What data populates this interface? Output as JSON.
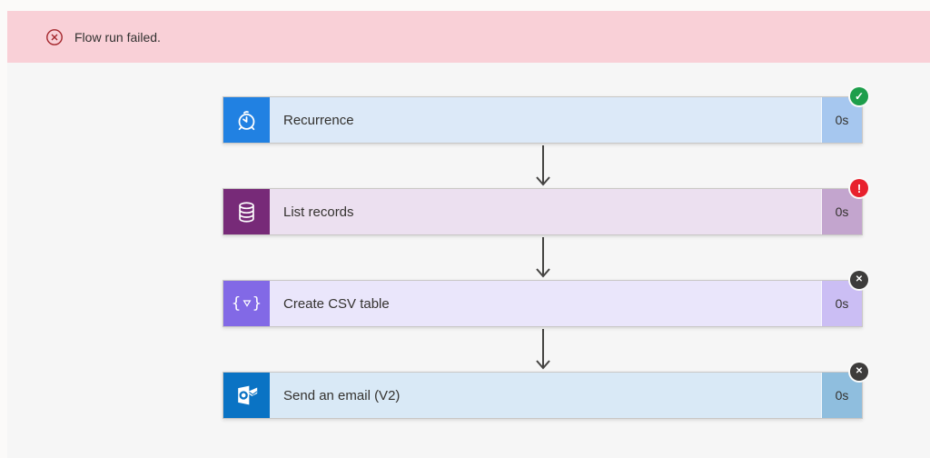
{
  "banner": {
    "message": "Flow run failed.",
    "background": "#f9d0d7",
    "icon": "error-circle-icon",
    "icon_color": "#a4262c"
  },
  "flow": {
    "arrow_color": "#454442",
    "cards": [
      {
        "label": "Recurrence",
        "duration": "0s",
        "status": "succeeded",
        "icon": "alarm-clock-icon",
        "colors": {
          "icon_bg": "#2181e2",
          "body_bg": "#dce9f8",
          "duration_bg": "#a6c7ef",
          "badge": "#1d9e4b"
        },
        "badge": {
          "type": "check",
          "glyph": "✓"
        }
      },
      {
        "label": "List records",
        "duration": "0s",
        "status": "failed",
        "icon": "database-icon",
        "colors": {
          "icon_bg": "#772a78",
          "body_bg": "#ece0f0",
          "duration_bg": "#c3a5ce",
          "badge": "#e8212d"
        },
        "badge": {
          "type": "error",
          "glyph": "!"
        }
      },
      {
        "label": "Create CSV table",
        "duration": "0s",
        "status": "cancelled",
        "icon": "braces-filter-icon",
        "colors": {
          "icon_bg": "#8269e6",
          "body_bg": "#eae6fb",
          "duration_bg": "#cbbef4",
          "badge": "#3d3c3b"
        },
        "badge": {
          "type": "cancel",
          "glyph": "✕"
        }
      },
      {
        "label": "Send an email (V2)",
        "duration": "0s",
        "status": "cancelled",
        "icon": "outlook-icon",
        "colors": {
          "icon_bg": "#0a73c4",
          "body_bg": "#d9e9f6",
          "duration_bg": "#8fbede",
          "badge": "#3d3c3b"
        },
        "badge": {
          "type": "cancel",
          "glyph": "✕"
        }
      }
    ]
  }
}
